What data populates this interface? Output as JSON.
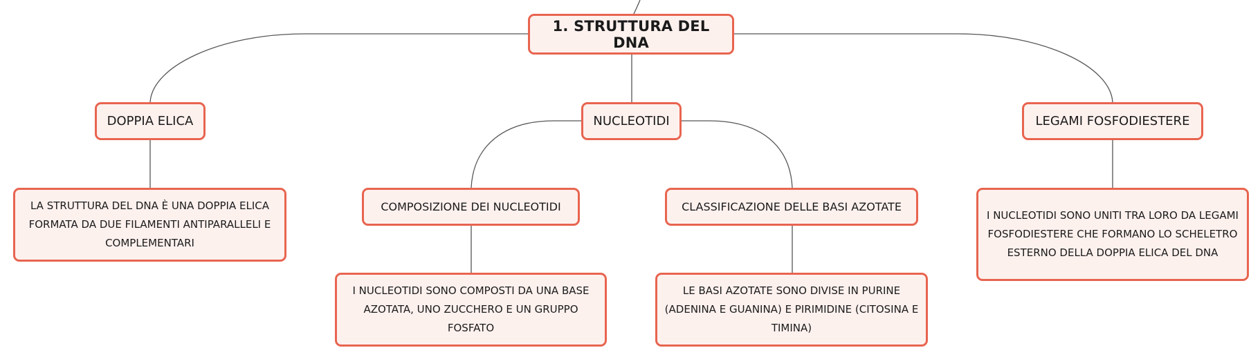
{
  "diagram": {
    "type": "mind-map",
    "colors": {
      "border": "#e8644f",
      "fill": "#fdf1ee",
      "line": "#555555"
    },
    "root": {
      "label": "1. STRUTTURA DEL DNA"
    },
    "branches": [
      {
        "label": "DOPPIA ELICA",
        "detail": "LA STRUTTURA DEL DNA È UNA DOPPIA ELICA FORMATA DA DUE FILAMENTI ANTIPARALLELI E COMPLEMENTARI"
      },
      {
        "label": "NUCLEOTIDI",
        "children": [
          {
            "label": "COMPOSIZIONE DEI NUCLEOTIDI",
            "detail": "I NUCLEOTIDI SONO COMPOSTI DA UNA BASE AZOTATA, UNO ZUCCHERO E UN GRUPPO FOSFATO"
          },
          {
            "label": "CLASSIFICAZIONE DELLE BASI AZOTATE",
            "detail": "LE BASI AZOTATE SONO DIVISE IN PURINE (ADENINA E GUANINA) E PIRIMIDINE (CITOSINA E TIMINA)"
          }
        ]
      },
      {
        "label": "LEGAMI FOSFODIESTERE",
        "detail": "I NUCLEOTIDI SONO UNITI TRA LORO DA LEGAMI FOSFODIESTERE CHE FORMANO LO SCHELETRO ESTERNO DELLA DOPPIA ELICA DEL DNA"
      }
    ]
  }
}
